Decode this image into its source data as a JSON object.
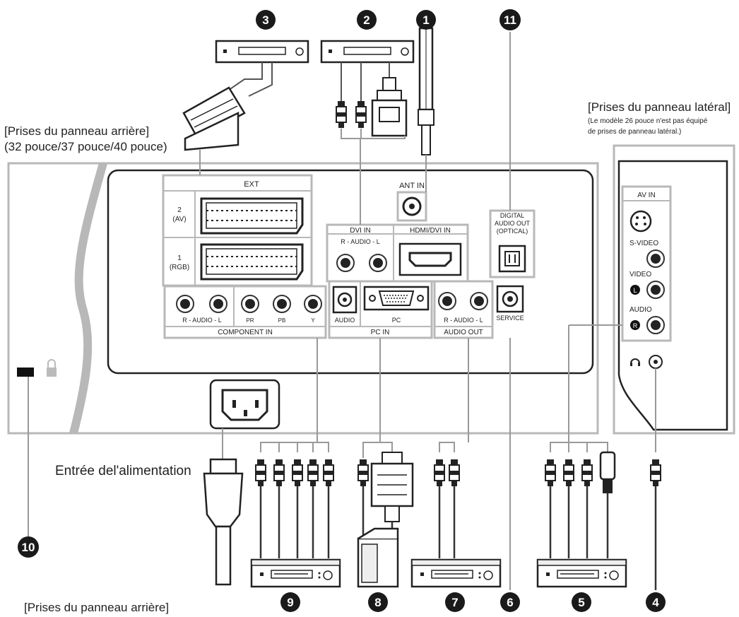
{
  "labels": {
    "rear_title_top": "[Prises du panneau arrière]",
    "rear_models": "(32 pouce/37 pouce/40 pouce)",
    "side_title": "[Prises du panneau latéral]",
    "side_note_1": "(Le modèle 26 pouce n'est pas équipé",
    "side_note_2": "de prises de panneau latéral.)",
    "power_input": "Entrée del'alimentation",
    "rear_title_bottom": "[Prises du panneau arrière]"
  },
  "panel": {
    "ext": "EXT",
    "ext2_num": "2",
    "ext2_mode": "(AV)",
    "ext1_num": "1",
    "ext1_mode": "(RGB)",
    "ant_in": "ANT IN",
    "dvi_in": "DVI IN",
    "dvi_audio": "R - AUDIO - L",
    "hdmi_dvi_in": "HDMI/DVI IN",
    "digital_1": "DIGITAL",
    "digital_2": "AUDIO OUT",
    "digital_3": "(OPTICAL)",
    "component_audio": "R - AUDIO - L",
    "component_in": "COMPONENT IN",
    "pr": "PR",
    "pb": "PB",
    "y": "Y",
    "audio": "AUDIO",
    "pc": "PC",
    "pc_in": "PC IN",
    "audio_out_rl": "R - AUDIO - L",
    "audio_out": "AUDIO OUT",
    "service": "SERVICE"
  },
  "side_panel": {
    "av_in": "AV IN",
    "s_video": "S-VIDEO",
    "video": "VIDEO",
    "l": "L",
    "audio": "AUDIO",
    "r": "R"
  },
  "callouts": [
    "1",
    "2",
    "3",
    "4",
    "5",
    "6",
    "7",
    "8",
    "9",
    "10",
    "11"
  ],
  "colors": {
    "frame": "#b8b8b8",
    "line": "#555555",
    "badge": "#1a1a1a",
    "cable": "#333333"
  }
}
